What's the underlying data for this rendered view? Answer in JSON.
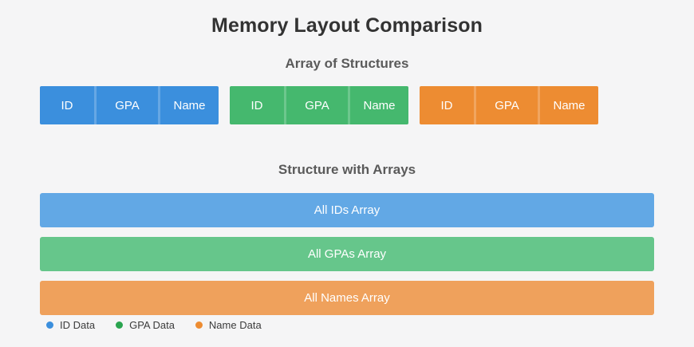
{
  "title": "Memory Layout Comparison",
  "colors": {
    "background": "#f5f5f6",
    "title_text": "#333333",
    "section_text": "#5a5a5a",
    "blue_cell": "#3b8fdd",
    "green_cell": "#45b86e",
    "orange_cell": "#ed8c32",
    "blue_bar": "#62a8e5",
    "green_bar": "#66c68b",
    "orange_bar": "#efa15c",
    "legend_blue": "#3b8fdd",
    "legend_green": "#2aa44f",
    "legend_orange": "#ed8c32"
  },
  "array_of_structures": {
    "section_title": "Array of Structures",
    "groups": [
      {
        "color_key": "blue",
        "fields": [
          "ID",
          "GPA",
          "Name"
        ]
      },
      {
        "color_key": "green",
        "fields": [
          "ID",
          "GPA",
          "Name"
        ]
      },
      {
        "color_key": "orange",
        "fields": [
          "ID",
          "GPA",
          "Name"
        ]
      }
    ]
  },
  "structure_with_arrays": {
    "section_title": "Structure with Arrays",
    "bars": [
      {
        "label": "All IDs Array",
        "color_key": "blue"
      },
      {
        "label": "All GPAs Array",
        "color_key": "green"
      },
      {
        "label": "All Names Array",
        "color_key": "orange"
      }
    ]
  },
  "legend": {
    "items": [
      {
        "label": "ID Data",
        "color": "#3b8fdd"
      },
      {
        "label": "GPA Data",
        "color": "#2aa44f"
      },
      {
        "label": "Name Data",
        "color": "#ed8c32"
      }
    ]
  }
}
